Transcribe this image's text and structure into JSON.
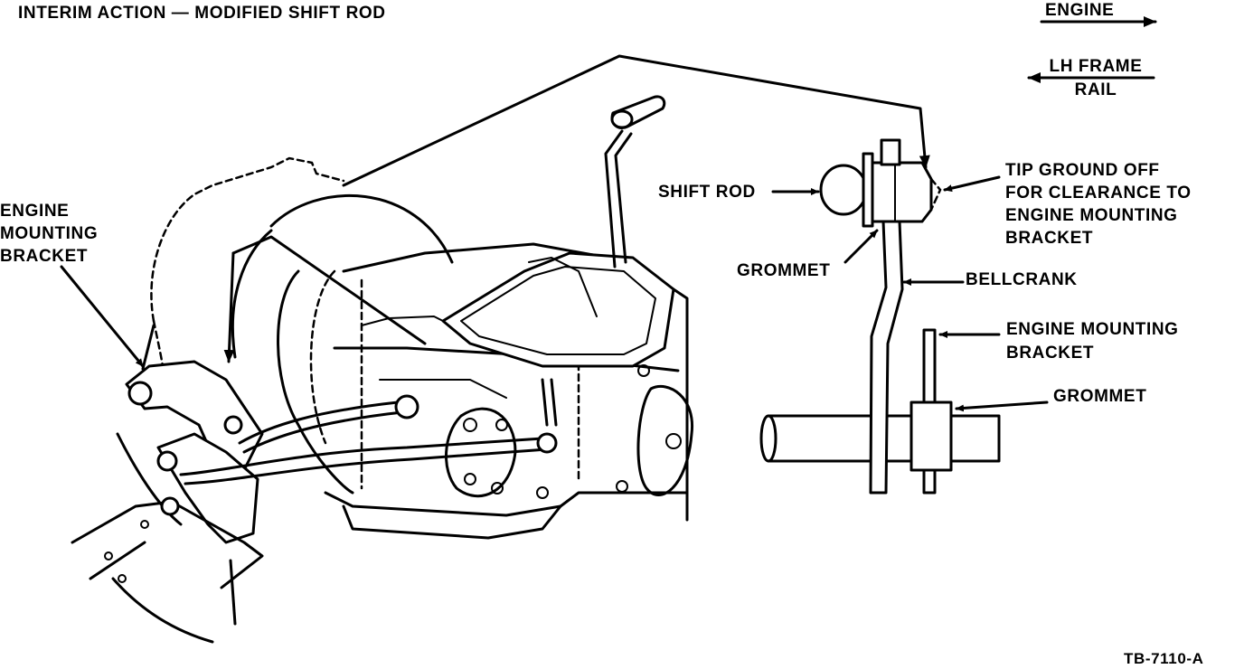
{
  "title": "INTERIM ACTION — MODIFIED SHIFT ROD",
  "figure_id": "TB-7110-A",
  "direction_labels": {
    "engine": "ENGINE",
    "lh_frame_rail_line1": "LH FRAME",
    "lh_frame_rail_line2": "RAIL"
  },
  "callouts": {
    "engine_mounting_bracket_left": [
      "ENGINE",
      "MOUNTING",
      "BRACKET"
    ],
    "shift_rod": "SHIFT ROD",
    "tip_ground_off": [
      "TIP GROUND OFF",
      "FOR CLEARANCE TO",
      "ENGINE MOUNTING",
      "BRACKET"
    ],
    "grommet_upper": "GROMMET",
    "bellcrank": "BELLCRANK",
    "engine_mounting_bracket_right": [
      "ENGINE MOUNTING",
      "BRACKET"
    ],
    "grommet_lower": "GROMMET"
  }
}
